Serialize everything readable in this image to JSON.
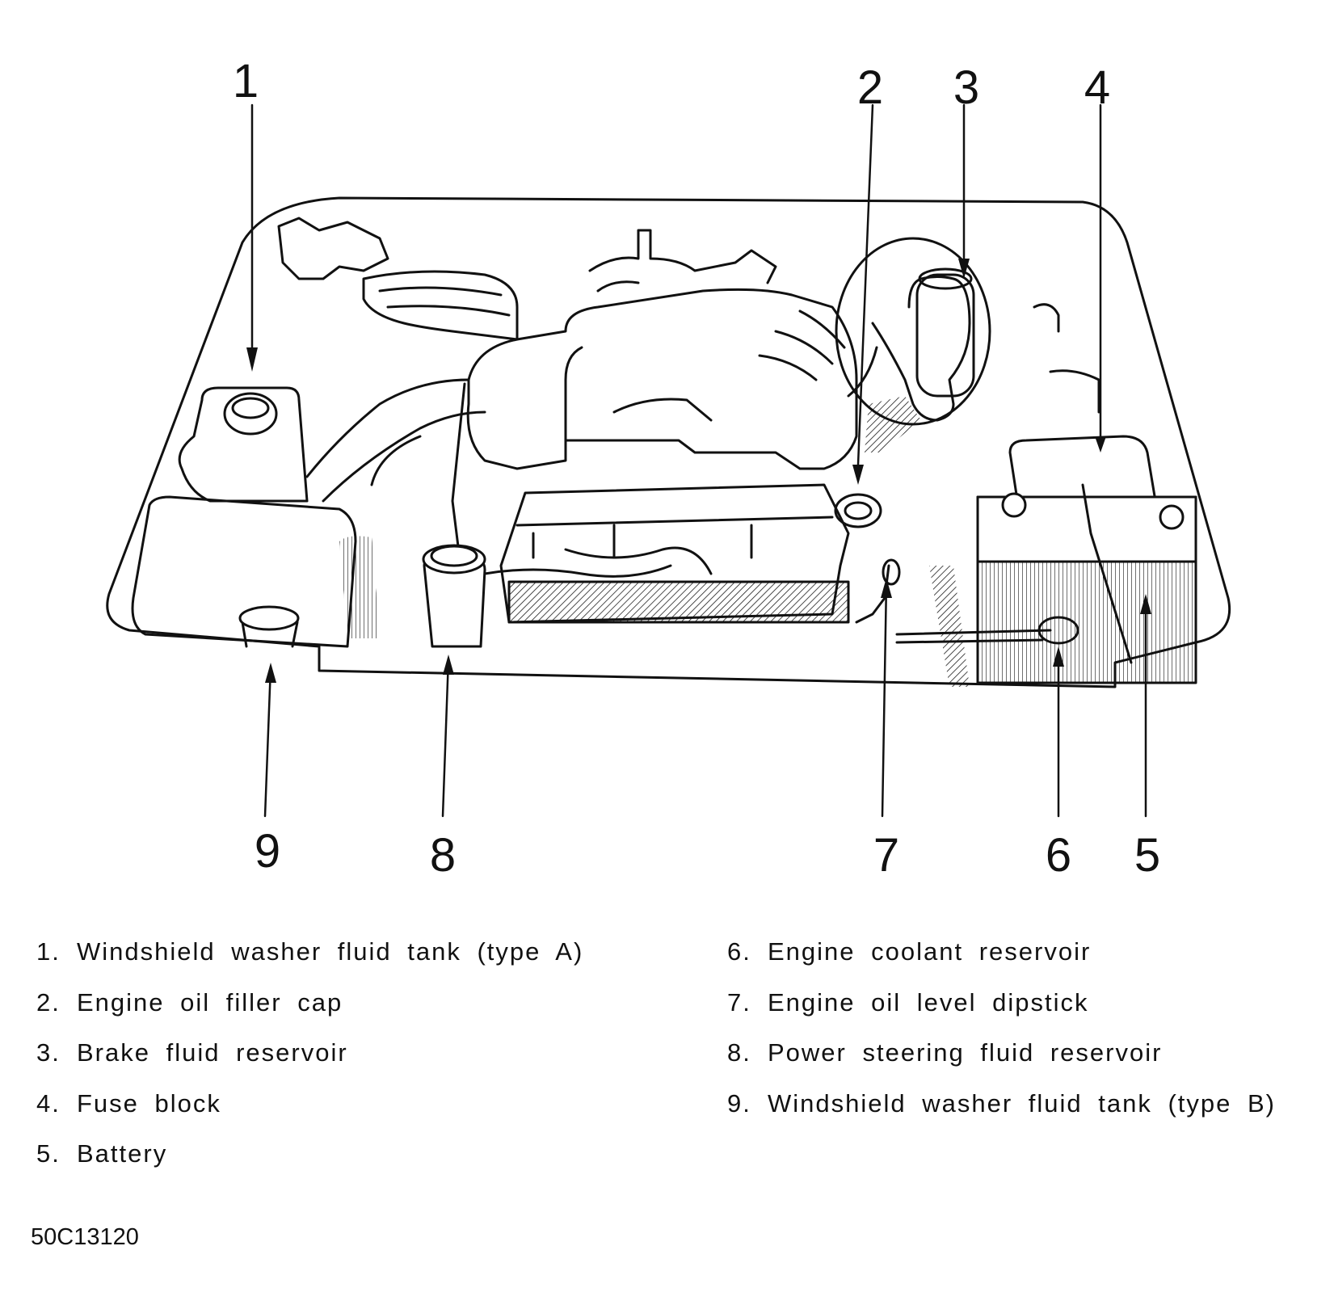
{
  "callouts": [
    "1",
    "2",
    "3",
    "4",
    "5",
    "6",
    "7",
    "8",
    "9"
  ],
  "legend": {
    "left": [
      {
        "num": "1.",
        "label": "Windshield washer fluid tank (type A)"
      },
      {
        "num": "2.",
        "label": "Engine oil filler cap"
      },
      {
        "num": "3.",
        "label": "Brake fluid reservoir"
      },
      {
        "num": "4.",
        "label": "Fuse block"
      },
      {
        "num": "5.",
        "label": "Battery"
      }
    ],
    "right": [
      {
        "num": "6.",
        "label": "Engine coolant reservoir"
      },
      {
        "num": "7.",
        "label": "Engine oil level dipstick"
      },
      {
        "num": "8.",
        "label": "Power steering fluid reservoir"
      },
      {
        "num": "9.",
        "label": "Windshield washer fluid tank (type B)"
      }
    ]
  },
  "figure_code": "50C13120",
  "colors": {
    "ink": "#111111",
    "paper": "#ffffff"
  }
}
